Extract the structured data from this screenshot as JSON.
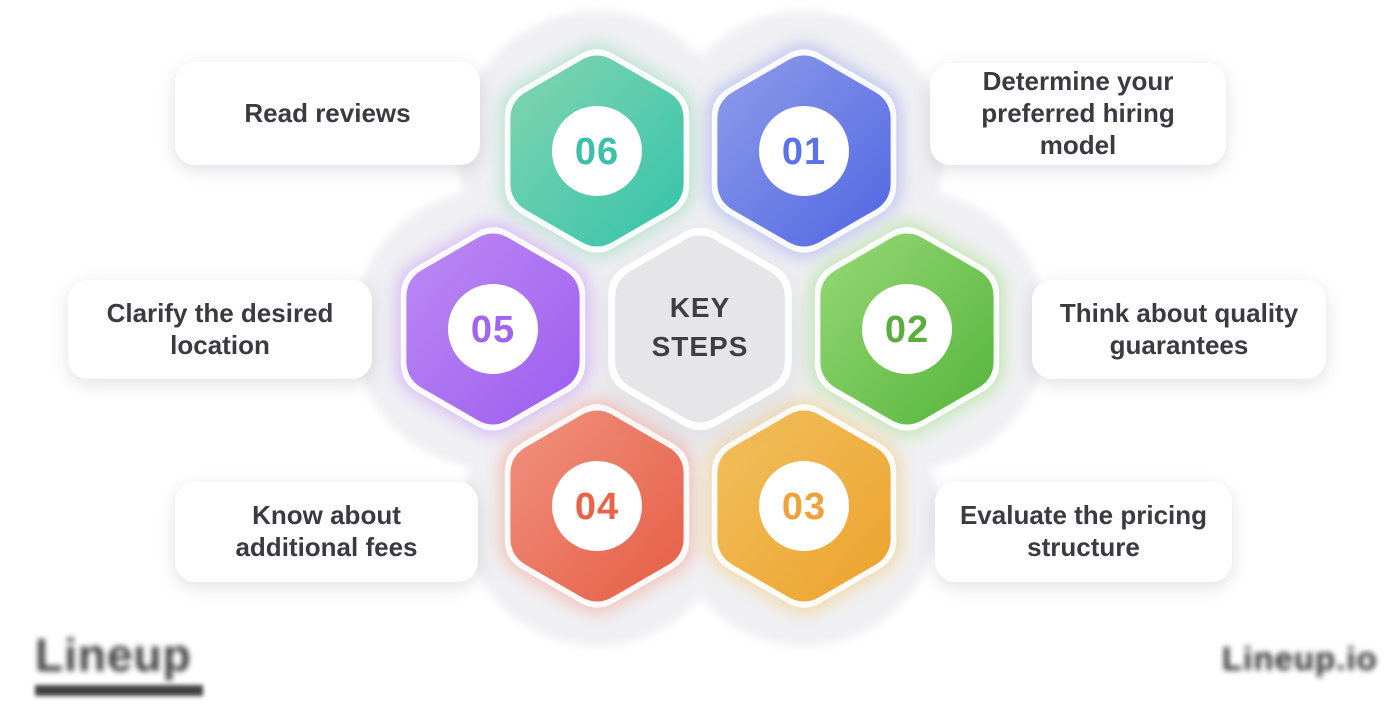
{
  "center": {
    "title_line1": "KEY",
    "title_line2": "STEPS"
  },
  "steps": [
    {
      "number": "01",
      "label": "Determine your preferred hiring model",
      "color_light": "#8f9ce9",
      "color_dark": "#5066e3",
      "number_color": "#5a73e6"
    },
    {
      "number": "02",
      "label": "Think about quality guarantees",
      "color_light": "#96d976",
      "color_dark": "#55b43b",
      "number_color": "#5aae3d"
    },
    {
      "number": "03",
      "label": "Evaluate the pricing structure",
      "color_light": "#f2c05e",
      "color_dark": "#eca22d",
      "number_color": "#f0a23a"
    },
    {
      "number": "04",
      "label": "Know about additional fees",
      "color_light": "#f0927f",
      "color_dark": "#e65d44",
      "number_color": "#eb6347"
    },
    {
      "number": "05",
      "label": "Clarify the desired location",
      "color_light": "#bd8af2",
      "color_dark": "#9c5df0",
      "number_color": "#a263ef"
    },
    {
      "number": "06",
      "label": "Read reviews",
      "color_light": "#84d5b0",
      "color_dark": "#33c3aa",
      "number_color": "#3cc0a9"
    }
  ],
  "colors": {
    "blob": "#f0f0f3",
    "center_hex_fill": "#e6e6e8",
    "card_text": "#3a3a40",
    "title_text": "#3e3e44"
  },
  "branding": {
    "left_logo_text": "Lineup",
    "right_logo_text": "Lineup.io"
  }
}
